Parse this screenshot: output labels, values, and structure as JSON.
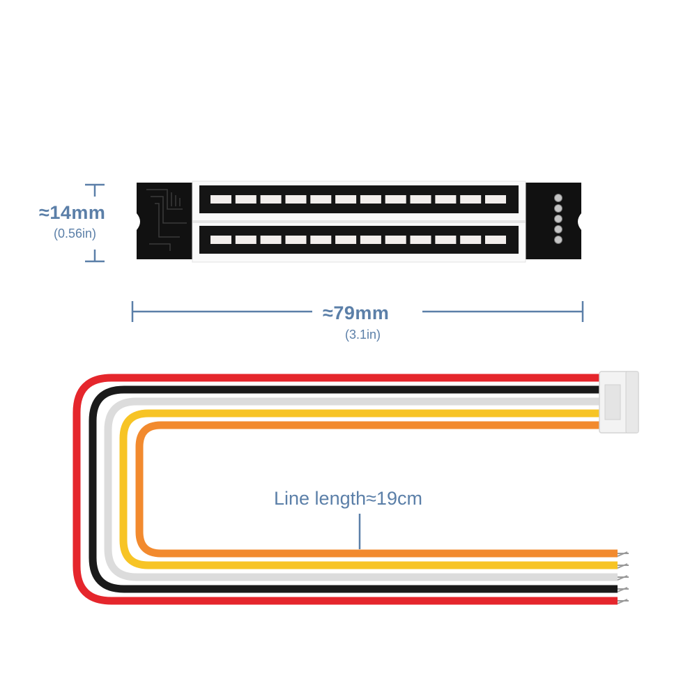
{
  "labels": {
    "height_main": "≈14mm",
    "height_sub": "(0.56in)",
    "width_main": "≈79mm",
    "width_sub": "(3.1in)",
    "line_length": "Line length≈19cm"
  },
  "colors": {
    "dimension": "#5b7fa8",
    "board": "#111111",
    "led_segment": "#f2eeec",
    "wire_red": "#e5262c",
    "wire_black": "#1a1a1a",
    "wire_white": "#dcdcdc",
    "wire_yellow": "#f7c425",
    "wire_orange": "#f28a2e"
  },
  "led_bars": {
    "count": 2,
    "segments_per_bar": 12
  },
  "wires": [
    "red",
    "black",
    "white",
    "yellow",
    "orange"
  ]
}
